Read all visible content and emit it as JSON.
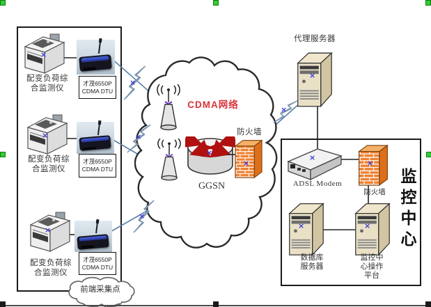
{
  "diagram": {
    "front_end": {
      "rows": [
        {
          "device_label": [
            "配变负荷综",
            "合监测仪"
          ],
          "dtu_label": [
            "才茂6550P",
            "CDMA DTU"
          ]
        },
        {
          "device_label": [
            "配变负荷综",
            "合监测仪"
          ],
          "dtu_label": [
            "才茂6550P",
            "CDMA DTU"
          ]
        },
        {
          "device_label": [
            "配变负荷综",
            "合监测仪"
          ],
          "dtu_label": [
            "才茂6550P",
            "CDMA DTU"
          ]
        }
      ],
      "callout_label": "前端采集点"
    },
    "cloud": {
      "title": "CDMA网络",
      "firewall_label": "防火墙",
      "router_label": "GGSN"
    },
    "proxy_server_label": "代理服务器",
    "monitoring": {
      "title": "监控中心",
      "modem_label": "ADSL Modem",
      "firewall_label": "防火墙",
      "db_server_label": [
        "数据库",
        "服务器"
      ],
      "ops_platform_label": [
        "监控中",
        "心操作",
        "平台"
      ]
    },
    "marks": {
      "x": "×"
    },
    "colors": {
      "cdma_title_red": "#d9333c",
      "bolt_yellow": "#ffff33",
      "firewall_orange": "#ee8130",
      "server_beige": "#e9e0c6",
      "handle_green": "#33cc33",
      "handle_dark": "#1a1a1a",
      "connector_blue": "#5b7fa6",
      "x_mark_blue": "#3b3bd6"
    }
  }
}
